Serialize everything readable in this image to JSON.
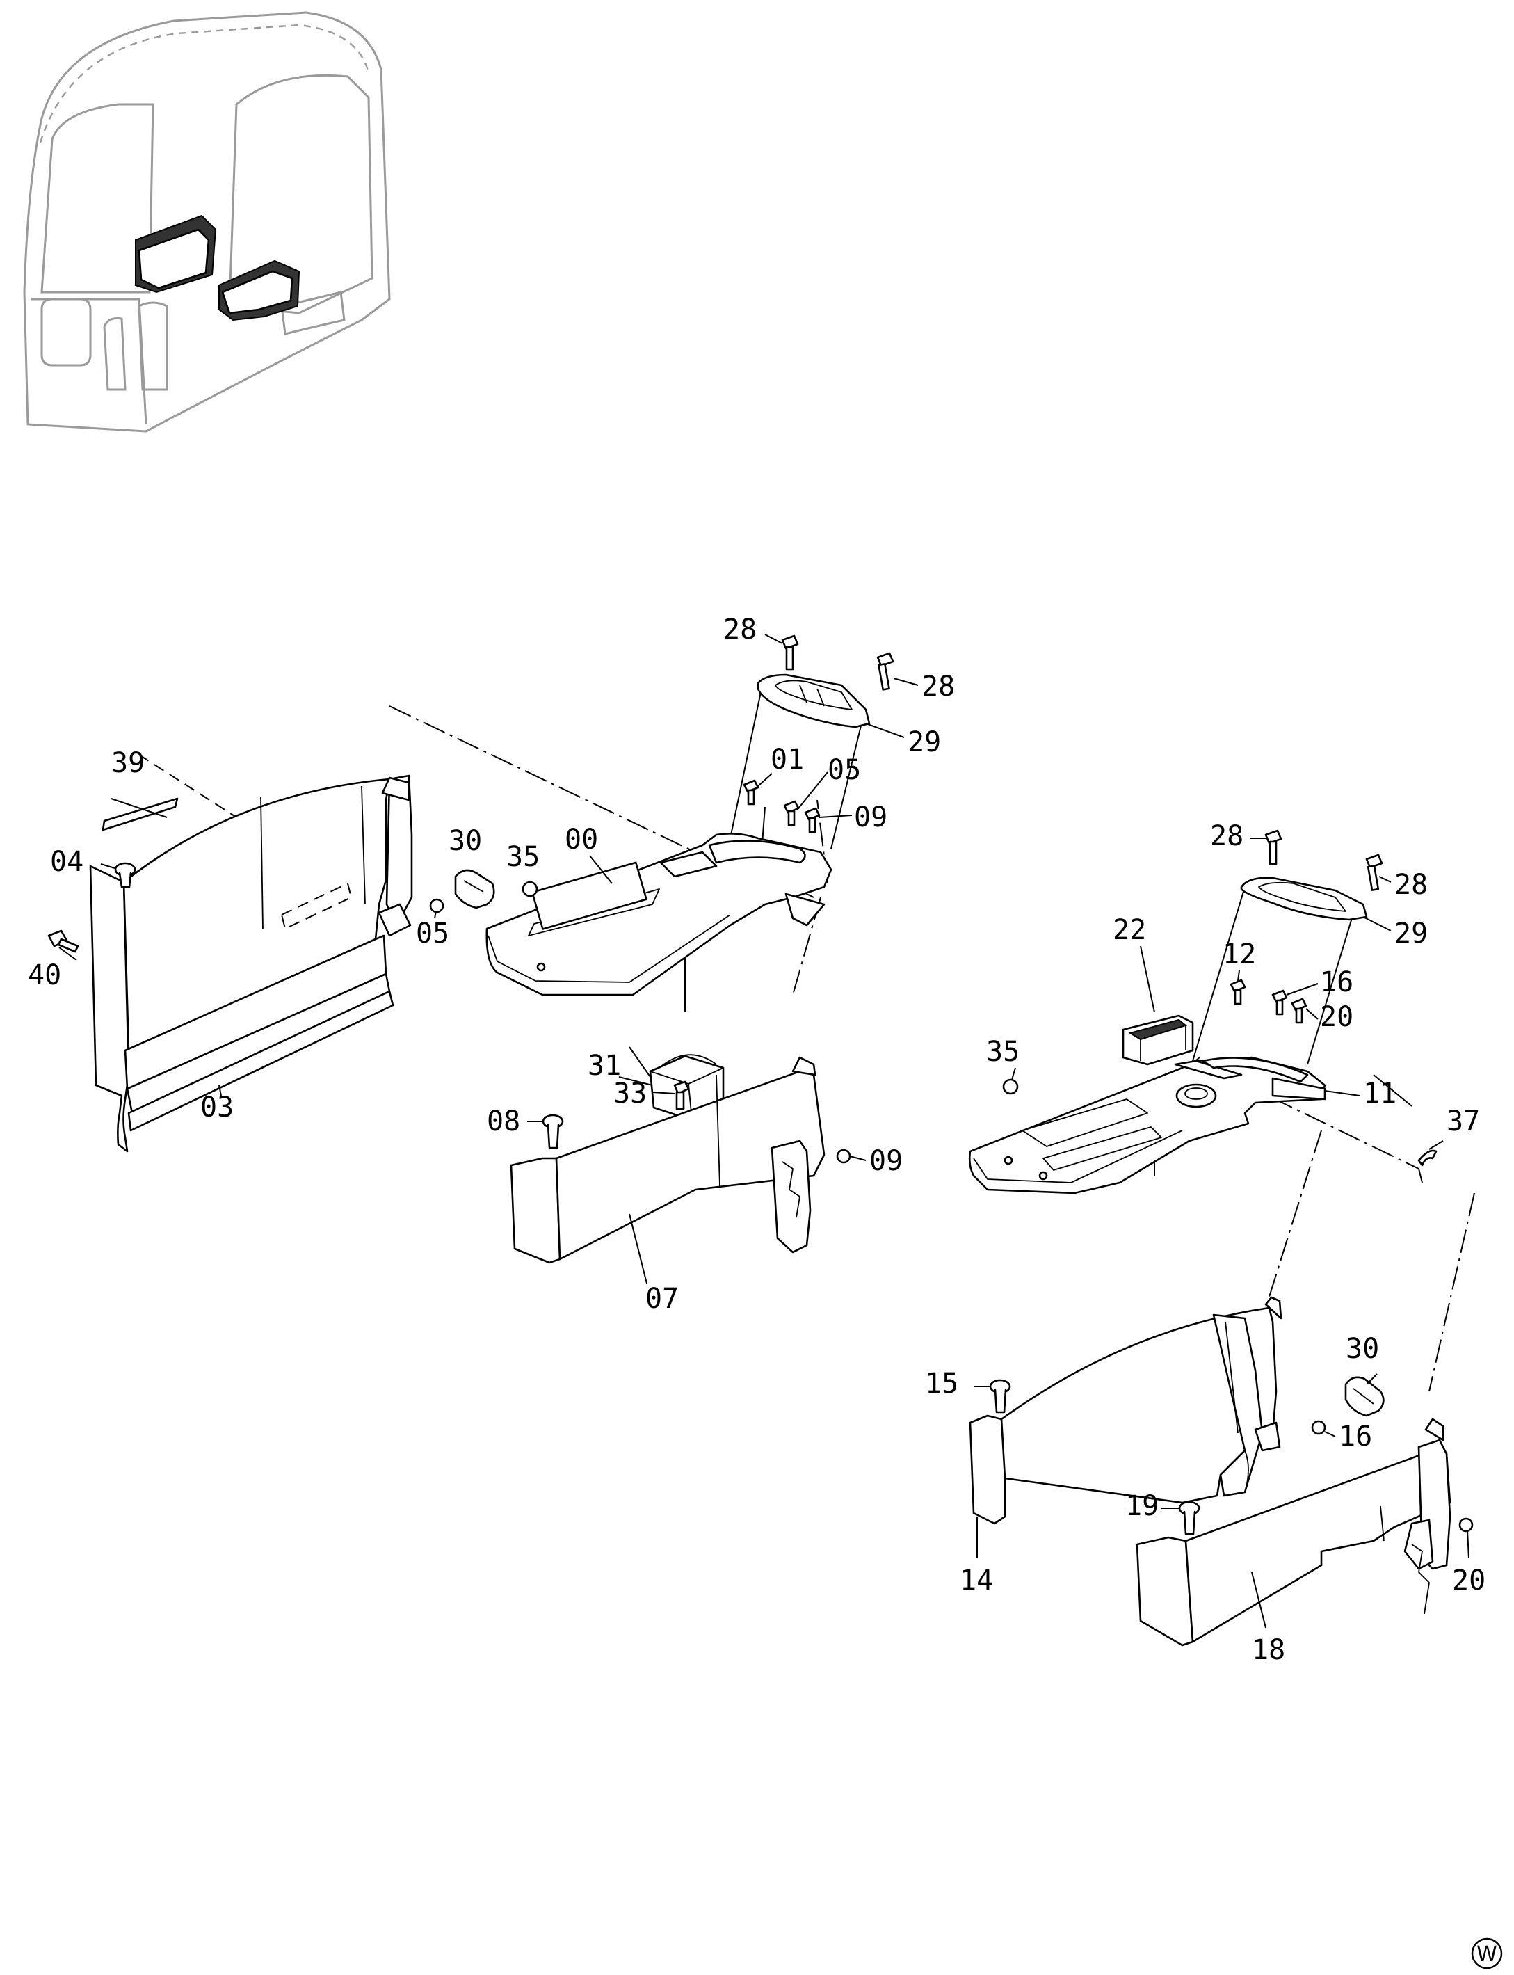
{
  "labels": {
    "l00": "00",
    "l01": "01",
    "l03": "03",
    "l04": "04",
    "l05a": "05",
    "l05b": "05",
    "l07": "07",
    "l08": "08",
    "l09a": "09",
    "l09b": "09",
    "l11": "11",
    "l12": "12",
    "l14": "14",
    "l15": "15",
    "l16a": "16",
    "l16b": "16",
    "l18": "18",
    "l19": "19",
    "l20a": "20",
    "l20b": "20",
    "l22": "22",
    "l28a": "28",
    "l28b": "28",
    "l28c": "28",
    "l28d": "28",
    "l29a": "29",
    "l29b": "29",
    "l30a": "30",
    "l30b": "30",
    "l31": "31",
    "l33": "33",
    "l35a": "35",
    "l35b": "35",
    "l37": "37",
    "l39": "39",
    "l40": "40"
  },
  "corner_mark": "W"
}
